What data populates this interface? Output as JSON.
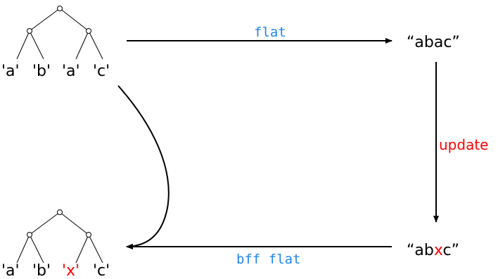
{
  "colors": {
    "function_label": "#1f86ea",
    "update_label": "#ff0000",
    "changed_char": "#ff0000",
    "ink": "#000000"
  },
  "source_tree": {
    "leaves": [
      "'a'",
      "'b'",
      "'a'",
      "'c'"
    ]
  },
  "source_string": {
    "text": "“abac”"
  },
  "updated_string": {
    "prefix": "“ab",
    "changed": "x",
    "suffix": "c”"
  },
  "result_tree": {
    "leaves_before": [
      "'a'",
      "'b'"
    ],
    "changed_leaf": "'x'",
    "leaves_after": [
      "'c'"
    ]
  },
  "arrows": {
    "forward_label": "flat",
    "update_label": "update",
    "backward_label": "bff flat"
  }
}
